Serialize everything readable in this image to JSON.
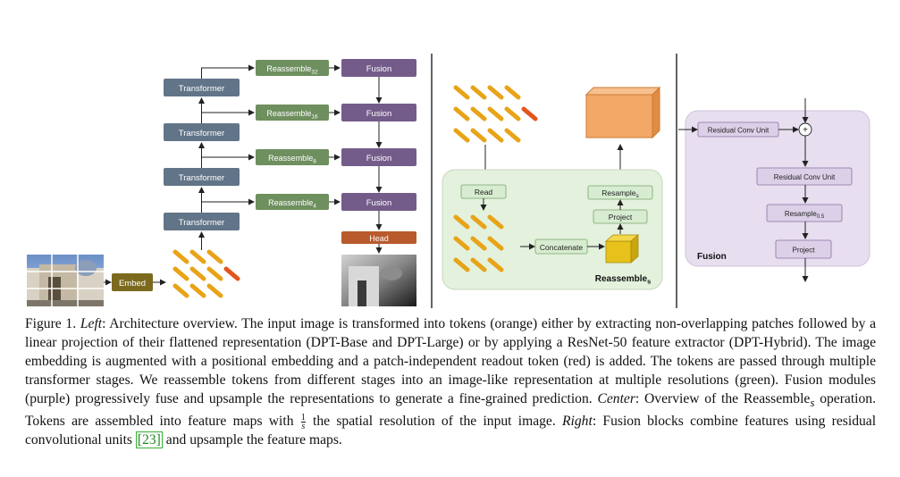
{
  "left": {
    "embed": "Embed",
    "transformer": "Transformer",
    "reassemble": "Reassemble",
    "reassemble_subs": [
      "32",
      "16",
      "8",
      "4"
    ],
    "fusion": "Fusion",
    "head": "Head"
  },
  "center": {
    "read": "Read",
    "concatenate": "Concatenate",
    "project": "Project",
    "resample": "Resample",
    "resample_sub": "s",
    "title": "Reassemble",
    "title_sub": "s"
  },
  "right": {
    "rcu_top": "Residual Conv Unit",
    "rcu_mid": "Residual Conv Unit",
    "resample": "Resample",
    "resample_sub": "0.5",
    "project": "Project",
    "title": "Fusion",
    "plus": "+"
  },
  "caption": {
    "figure_label": "Figure 1.",
    "left_label": "Left",
    "p1": ": Architecture overview. The input image is transformed into tokens (orange) either by extracting non-overlapping patches followed by a linear projection of their flattened representation (DPT-Base and DPT-Large) or by applying a ResNet-50 feature extractor (DPT-Hybrid). The image embedding is augmented with a positional embedding and a patch-independent readout token (red) is added. The tokens are passed through multiple transformer stages. We reassemble tokens from different stages into an image-like representation at multiple resolutions (green). Fusion modules (purple) progressively fuse and upsample the representations to generate a fine-grained prediction.",
    "center_label": "Center",
    "p2a": ": Overview of the Reassemble",
    "p2_sub": "s",
    "p2b": " operation. Tokens are assembled into feature maps with",
    "frac_num": "1",
    "frac_den": "s",
    "p2c": "the spatial resolution of the input image.",
    "right_label": "Right",
    "p3a": ": Fusion blocks combine features using residual convolutional units",
    "ref": "[23]",
    "p3b": "and upsample the feature maps."
  },
  "colors": {
    "transformer": "#627488",
    "reassemble": "#6e8f5e",
    "fusion": "#745c8a",
    "head": "#b85a2c",
    "embed": "#7b6a1e",
    "token": "#e8a317",
    "readout": "#e2561d",
    "green_light": "#e3f1dd",
    "purple_light": "#e7deef"
  }
}
